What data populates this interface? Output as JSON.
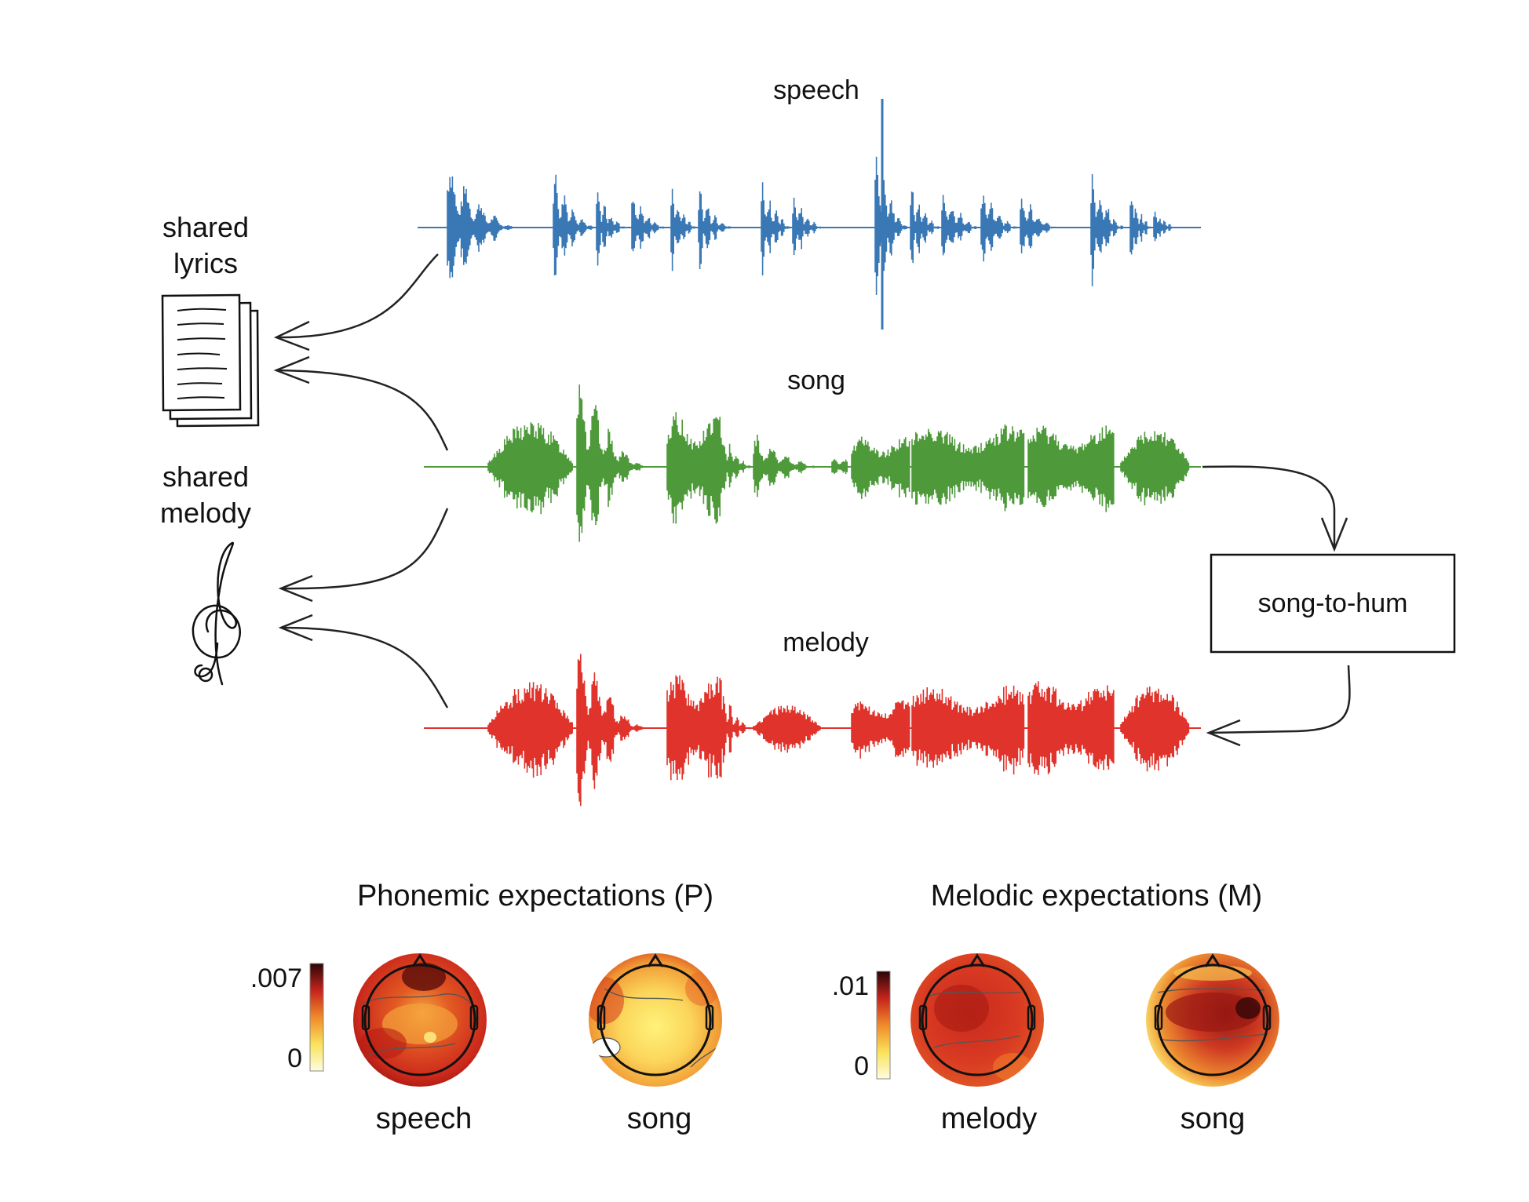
{
  "waveforms": {
    "speech": {
      "label": "speech",
      "color": "#3a78b5"
    },
    "song": {
      "label": "song",
      "color": "#4e9a3a"
    },
    "melody": {
      "label": "melody",
      "color": "#e0332b"
    }
  },
  "side_labels": {
    "lyrics": [
      "shared",
      "lyrics"
    ],
    "melody": [
      "shared",
      "melody"
    ]
  },
  "icons": {
    "lyrics": "document-stack-icon",
    "melody": "treble-clef-icon"
  },
  "process_box": {
    "label": "song-to-hum"
  },
  "sections": {
    "phonemic": {
      "title": "Phonemic expectations (P)",
      "colorbar": {
        "max_label": ".007",
        "min_label": "0"
      },
      "topomaps": [
        {
          "label": "speech"
        },
        {
          "label": "song"
        }
      ]
    },
    "melodic": {
      "title": "Melodic expectations (M)",
      "colorbar": {
        "max_label": ".01",
        "min_label": "0"
      },
      "topomaps": [
        {
          "label": "melody"
        },
        {
          "label": "song"
        }
      ]
    }
  },
  "colors": {
    "arrow": "#222222",
    "cmap_low": "#fffde0",
    "cmap_mid": "#e8862a",
    "cmap_high": "#2a0606"
  }
}
